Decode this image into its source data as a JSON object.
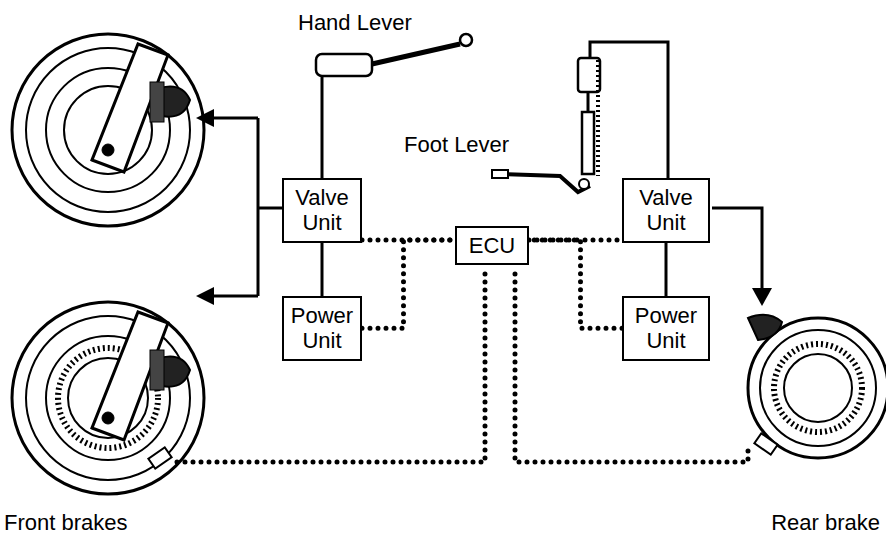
{
  "diagram": {
    "nodes": [
      {
        "text": [
          "Valve Unit"
        ]
      },
      {
        "text": [
          "ECU"
        ]
      },
      {
        "text": [
          "Valve Unit"
        ]
      },
      {
        "text": [
          "Power Unit"
        ]
      },
      {
        "text": [
          "Power Unit"
        ]
      }
    ],
    "edges": [
      {
        "from": 0,
        "to": 3,
        "arrow": "none"
      },
      {
        "from": 0,
        "to": 1,
        "arrow": "none"
      },
      {
        "from": 3,
        "to": 1,
        "arrow": "none"
      },
      {
        "from": 1,
        "to": 2,
        "arrow": "none"
      },
      {
        "from": 4,
        "to": 1,
        "arrow": "none"
      },
      {
        "from": 2,
        "to": 4,
        "arrow": "none"
      }
    ],
    "labels": [
      "Hand Lever",
      "Foot Lever",
      "Front brakes",
      "Rear brake"
    ]
  }
}
